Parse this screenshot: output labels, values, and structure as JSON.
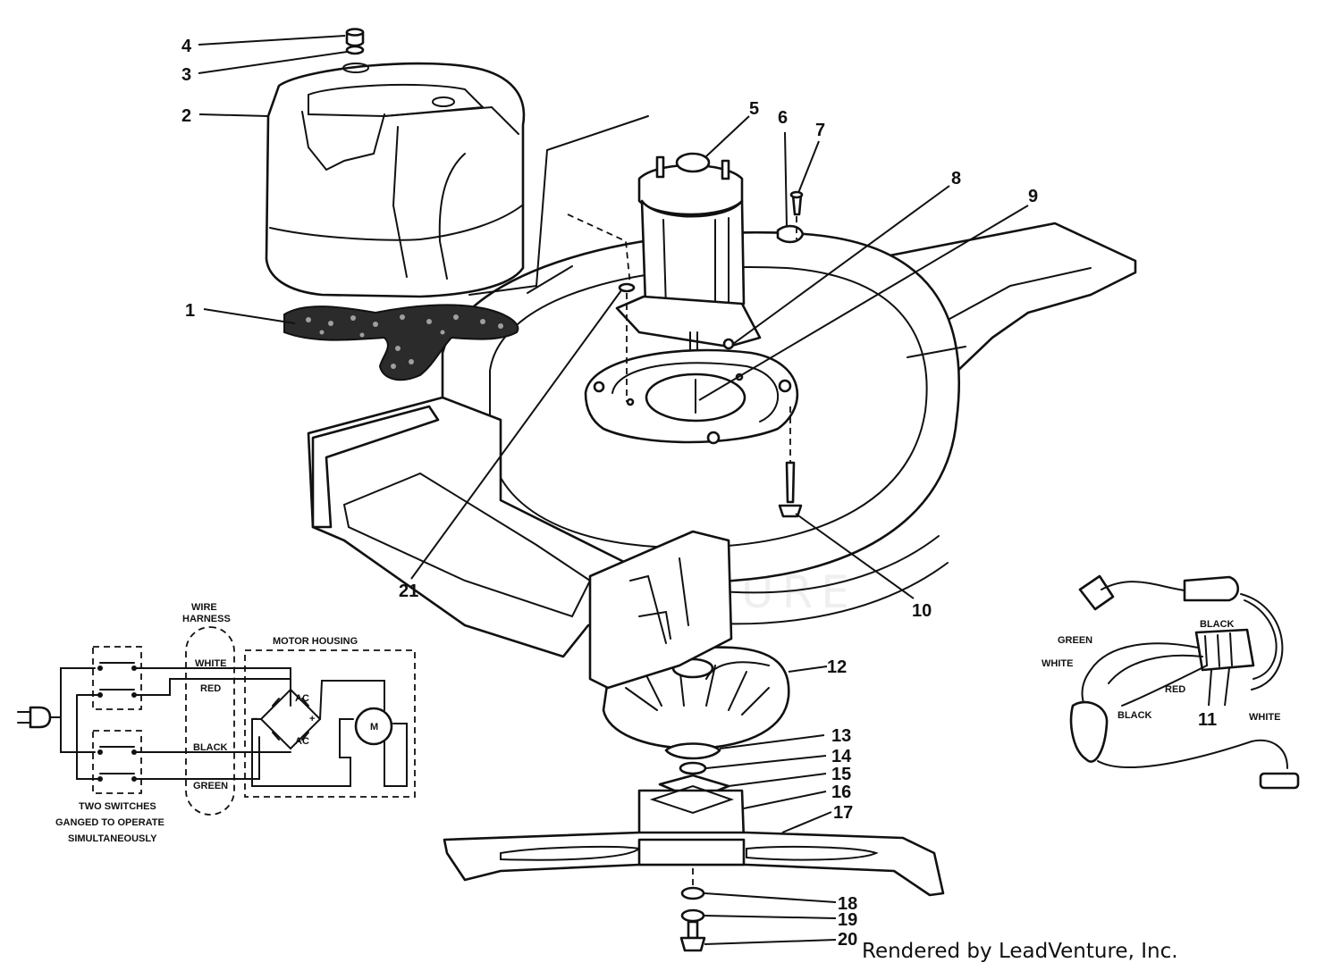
{
  "callouts": [
    {
      "id": "1",
      "label": "1"
    },
    {
      "id": "2",
      "label": "2"
    },
    {
      "id": "3",
      "label": "3"
    },
    {
      "id": "4",
      "label": "4"
    },
    {
      "id": "5",
      "label": "5"
    },
    {
      "id": "6",
      "label": "6"
    },
    {
      "id": "7",
      "label": "7"
    },
    {
      "id": "8",
      "label": "8"
    },
    {
      "id": "9",
      "label": "9"
    },
    {
      "id": "10",
      "label": "10"
    },
    {
      "id": "11",
      "label": "11"
    },
    {
      "id": "12",
      "label": "12"
    },
    {
      "id": "13",
      "label": "13"
    },
    {
      "id": "14",
      "label": "14"
    },
    {
      "id": "15",
      "label": "15"
    },
    {
      "id": "16",
      "label": "16"
    },
    {
      "id": "17",
      "label": "17"
    },
    {
      "id": "18",
      "label": "18"
    },
    {
      "id": "19",
      "label": "19"
    },
    {
      "id": "20",
      "label": "20"
    },
    {
      "id": "21",
      "label": "21"
    }
  ],
  "wiring": {
    "wire_harness_line1": "WIRE",
    "wire_harness_line2": "HARNESS",
    "motor_housing": "MOTOR HOUSING",
    "white": "WHITE",
    "red": "RED",
    "black": "BLACK",
    "green": "GREEN",
    "ac_top": "AC",
    "ac_bottom": "AC",
    "minus": "−",
    "plus": "+",
    "motor_symbol": "M",
    "switches_line1": "TWO SWITCHES",
    "switches_line2": "GANGED TO OPERATE",
    "switches_line3": "SIMULTANEOUSLY"
  },
  "switch_detail": {
    "green": "GREEN",
    "white": "WHITE",
    "black_top": "BLACK",
    "red": "RED",
    "black_bottom": "BLACK",
    "white_bottom": "WHITE"
  },
  "watermark": {
    "text": "LEADVENTURE"
  },
  "credit": {
    "text": "Rendered by LeadVenture, Inc."
  }
}
